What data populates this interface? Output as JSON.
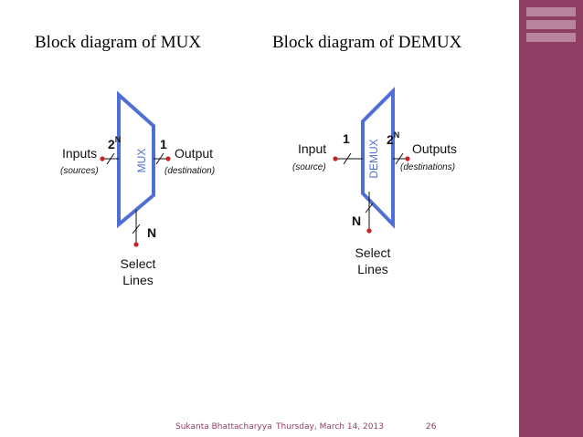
{
  "slide": {
    "theme_color": "#8f3f64",
    "line_color": "#4f6fd6",
    "wire_color": "#111111",
    "dot_color": "#cc2222"
  },
  "mux": {
    "title": "Block diagram of MUX",
    "block_label": "MUX",
    "input_count": "2",
    "input_exp": "N",
    "output_count": "1",
    "select_count": "N",
    "input_label": "Inputs",
    "input_sub": "(sources)",
    "output_label": "Output",
    "output_sub": "(destination)",
    "select_line1": "Select",
    "select_line2": "Lines"
  },
  "demux": {
    "title": "Block diagram of DEMUX",
    "block_label": "DEMUX",
    "input_count": "1",
    "output_count": "2",
    "output_exp": "N",
    "select_count": "N",
    "input_label": "Input",
    "input_sub": "(source)",
    "output_label": "Outputs",
    "output_sub": "(destinations)",
    "select_line1": "Select",
    "select_line2": "Lines"
  },
  "footer": {
    "author": "Sukanta Bhattacharyya",
    "date": "Thursday, March 14, 2013",
    "page": "26"
  }
}
